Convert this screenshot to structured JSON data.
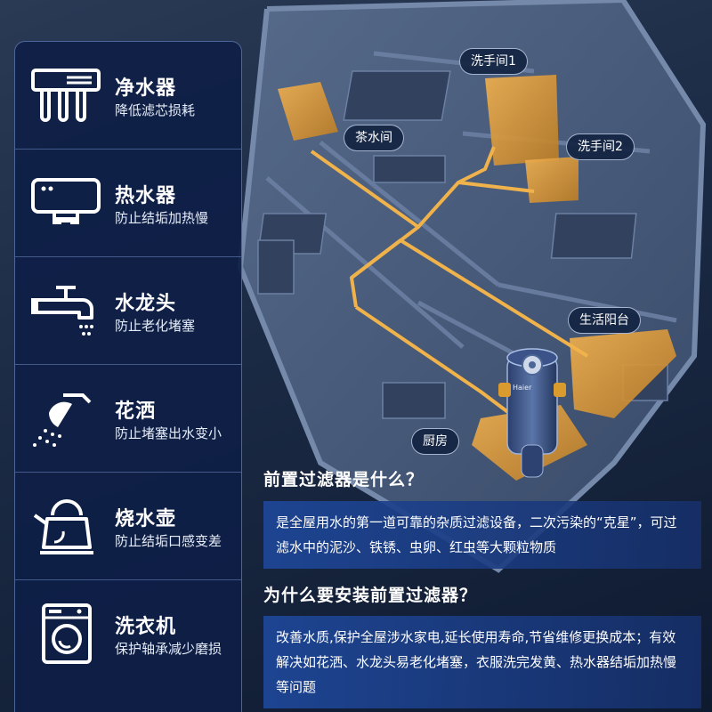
{
  "features": [
    {
      "icon": "water-purifier-icon",
      "title": "净水器",
      "desc": "降低滤芯损耗"
    },
    {
      "icon": "water-heater-icon",
      "title": "热水器",
      "desc": "防止结垢加热慢"
    },
    {
      "icon": "faucet-icon",
      "title": "水龙头",
      "desc": "防止老化堵塞"
    },
    {
      "icon": "shower-icon",
      "title": "花洒",
      "desc": "防止堵塞出水变小"
    },
    {
      "icon": "kettle-icon",
      "title": "烧水壶",
      "desc": "防止结垢口感变差"
    },
    {
      "icon": "washing-machine-icon",
      "title": "洗衣机",
      "desc": "保护轴承减少磨损"
    }
  ],
  "rooms": {
    "bathroom1": "洗手间1",
    "tea_room": "茶水间",
    "bathroom2": "洗手间2",
    "balcony": "生活阳台",
    "kitchen": "厨房"
  },
  "device_brand": "Haier",
  "accent_color": "#e8a13a",
  "qa": [
    {
      "question": "前置过滤器是什么？",
      "answer": "是全屋用水的第一道可靠的杂质过滤设备，二次污染的“克星”，可过滤水中的泥沙、铁锈、虫卵、红虫等大颗粒物质"
    },
    {
      "question": "为什么要安装前置过滤器？",
      "answer": "改善水质,保护全屋涉水家电,延长使用寿命,节省维修更换成本；有效解决如花洒、水龙头易老化堵塞，衣服洗完发黄、热水器结垢加热慢等问题"
    }
  ]
}
